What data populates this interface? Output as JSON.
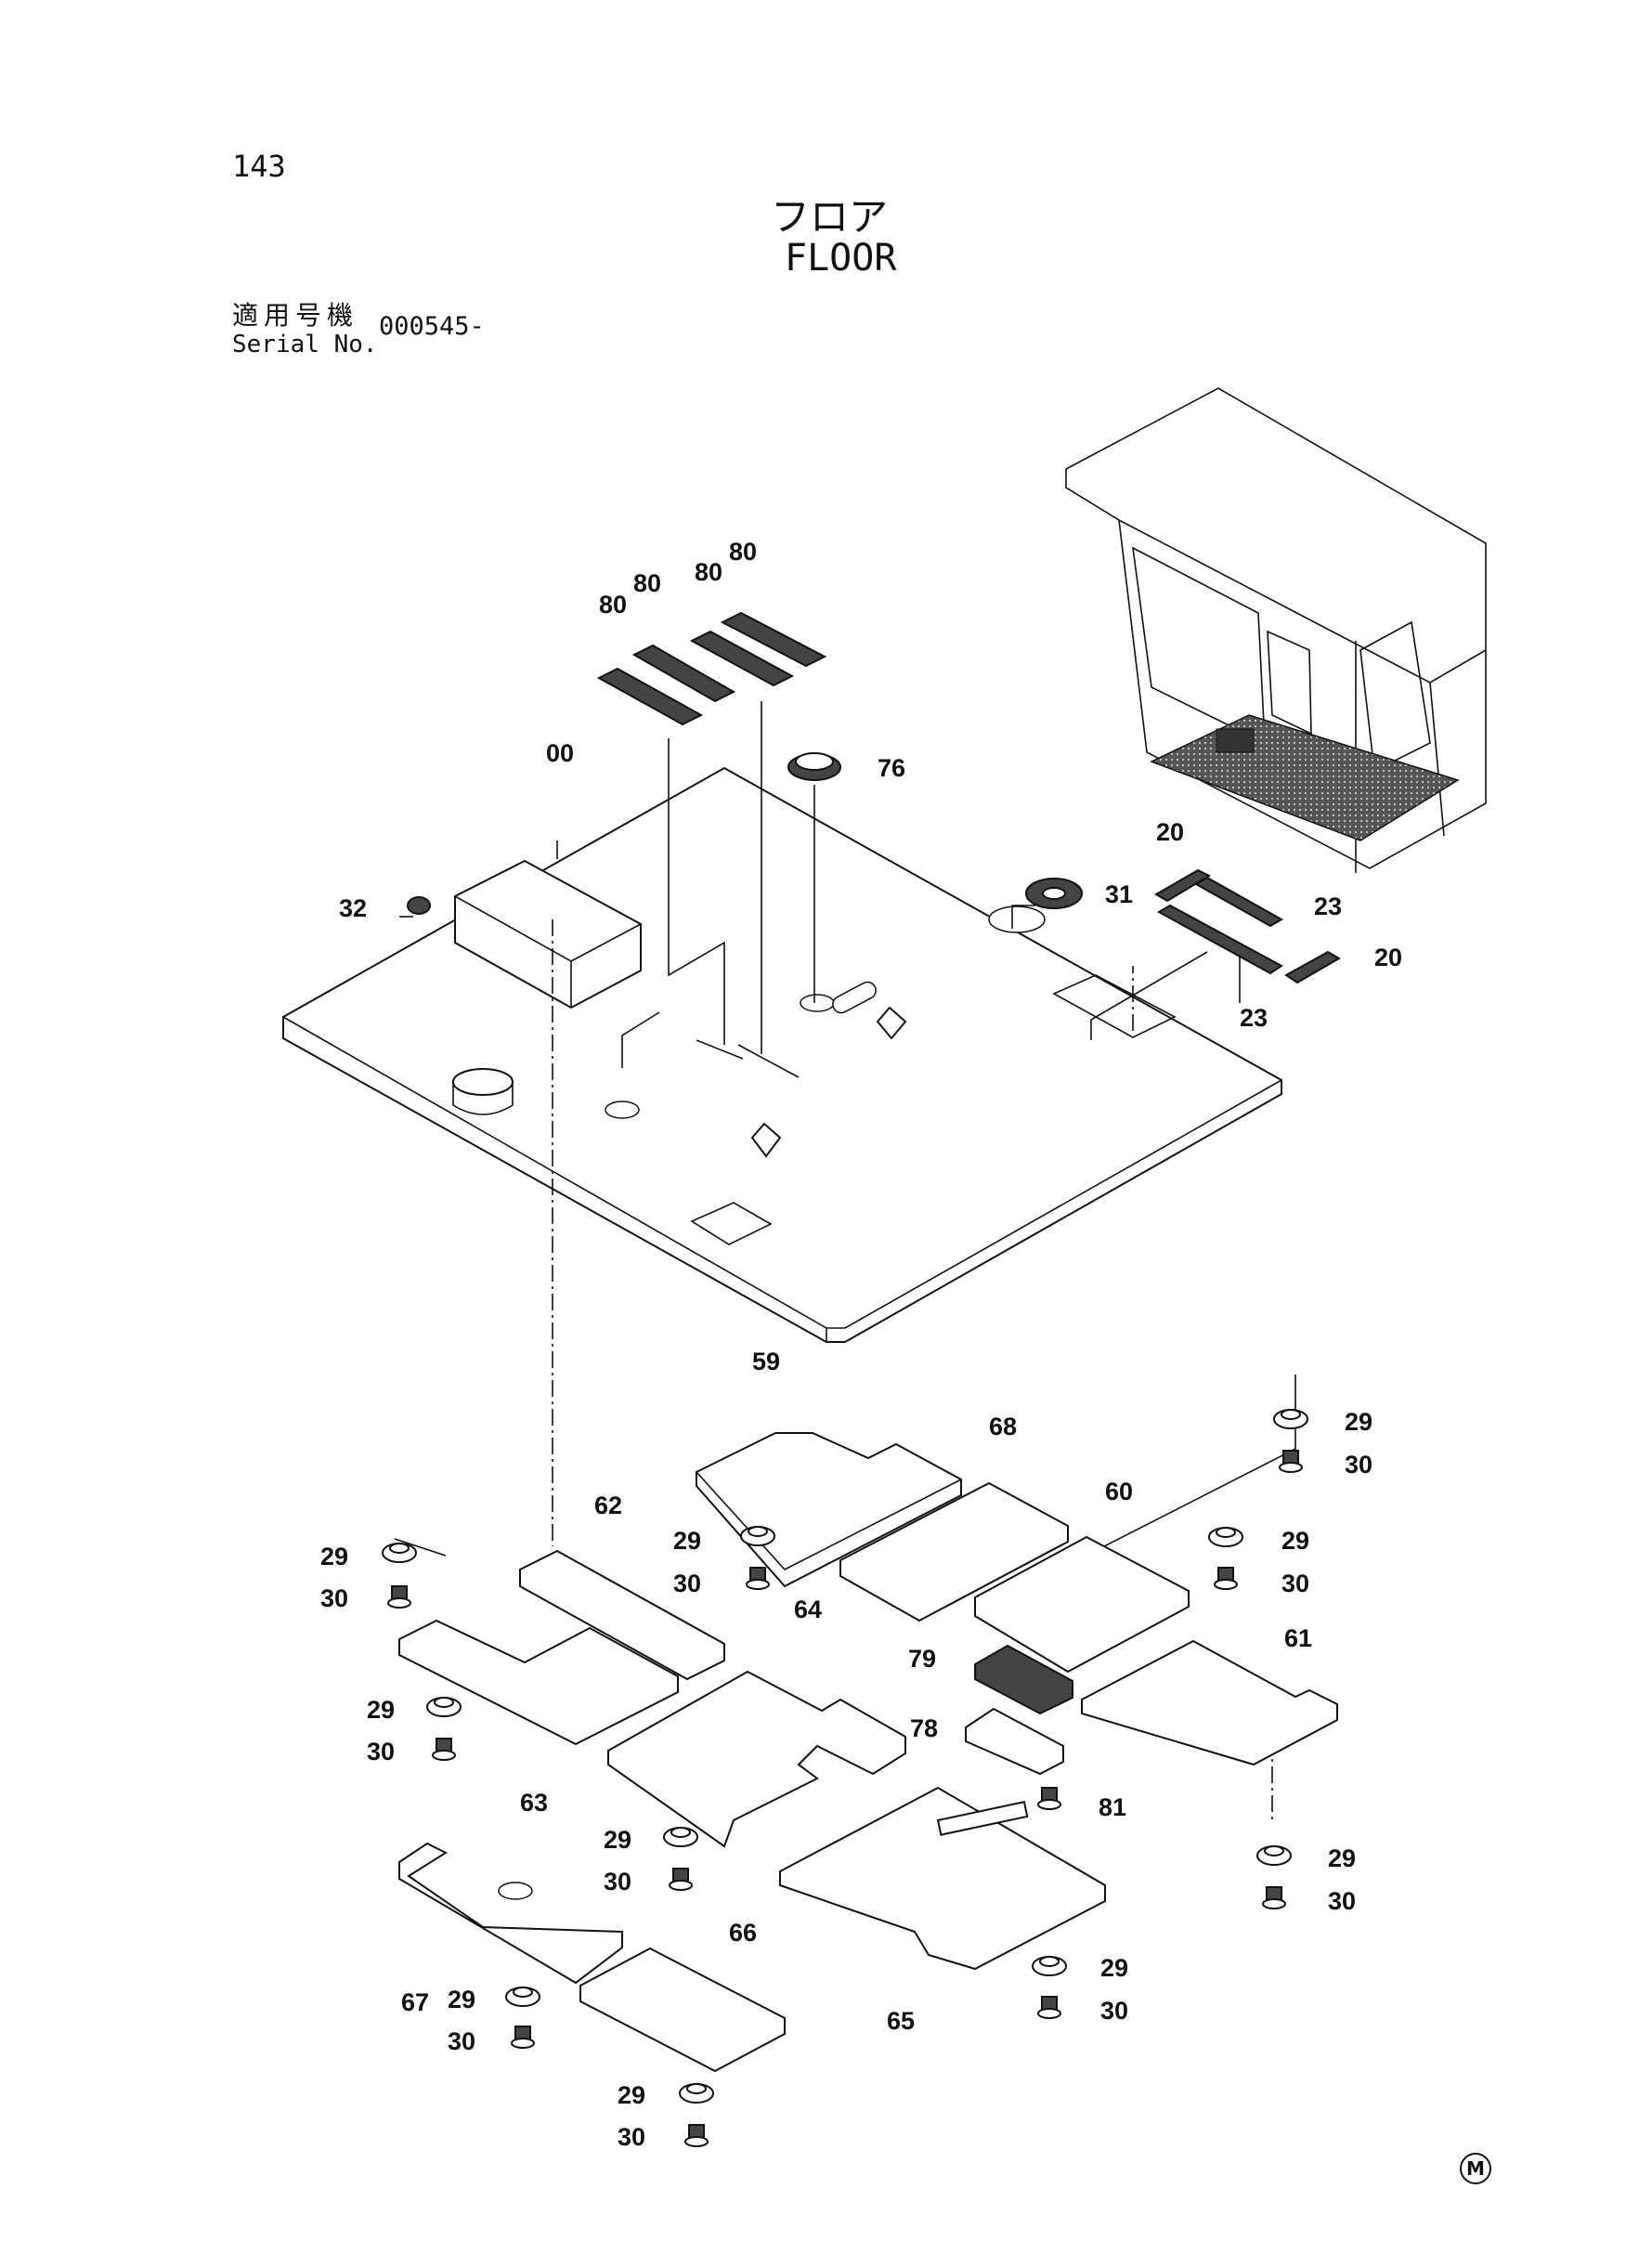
{
  "header": {
    "page_number": "143",
    "title_jp": "フロア",
    "title_en": "FLOOR",
    "serial_label_jp": "適用号機",
    "serial_label_en": "Serial No.",
    "serial_value": "000545-"
  },
  "footer": {
    "mark": "M"
  },
  "callouts": {
    "c00": "00",
    "c20a": "20",
    "c20b": "20",
    "c23a": "23",
    "c23b": "23",
    "c31": "31",
    "c32": "32",
    "c76": "76",
    "c80a": "80",
    "c80b": "80",
    "c80c": "80",
    "c80d": "80",
    "c59": "59",
    "c60": "60",
    "c61": "61",
    "c62": "62",
    "c63": "63",
    "c64": "64",
    "c65": "65",
    "c66": "66",
    "c67": "67",
    "c68": "68",
    "c78": "78",
    "c79": "79",
    "c81": "81",
    "c29a": "29",
    "c30a": "30",
    "c29b": "29",
    "c30b": "30",
    "c29c": "29",
    "c30c": "30",
    "c29d": "29",
    "c30d": "30",
    "c29e": "29",
    "c30e": "30",
    "c29f": "29",
    "c30f": "30",
    "c29g": "29",
    "c30g": "30",
    "c29h": "29",
    "c30h": "30",
    "c29i": "29",
    "c30i": "30",
    "c29j": "29",
    "c30j": "30"
  }
}
